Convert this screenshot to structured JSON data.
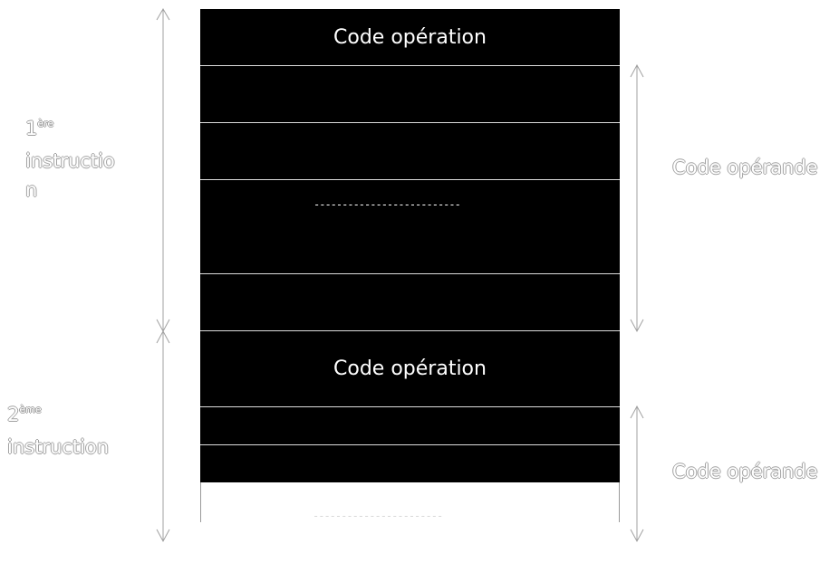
{
  "diagram": {
    "instruction1": {
      "number": "1",
      "suffix": "ère",
      "word_line1": "instructio",
      "word_line2": "n",
      "op_code_label": "Code opération",
      "dashes": "--------------------------",
      "operand_label": "Code opérande"
    },
    "instruction2": {
      "number": "2",
      "suffix": "ème",
      "word": "instruction",
      "op_code_label": "Code opération",
      "dashes": "-----------------------",
      "operand_label": "Code opérande"
    },
    "colors": {
      "cell_fill": "#000000",
      "cell_text": "#ffffff",
      "separator": "#dcdcdc",
      "arrow": "#a0a0a0"
    }
  }
}
